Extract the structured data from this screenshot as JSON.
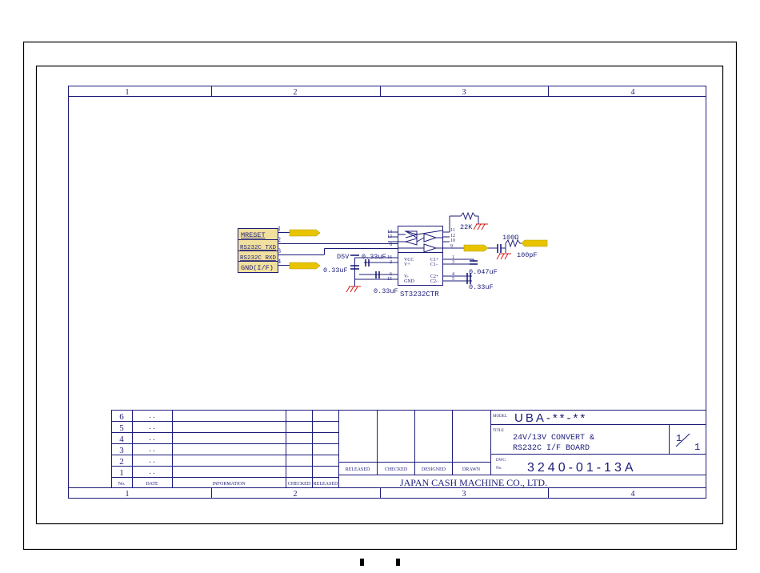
{
  "frame": {
    "column_labels": [
      "1",
      "2",
      "3",
      "4"
    ]
  },
  "connector": {
    "pins": [
      {
        "num": "1",
        "label": "MRESET"
      },
      {
        "num": "2",
        "label": ""
      },
      {
        "num": "3",
        "label": "RS232C TXD"
      },
      {
        "num": "4",
        "label": "RS232C RXD"
      },
      {
        "num": "",
        "label": "GND(I/F)"
      }
    ]
  },
  "ic": {
    "part": "ST3232CTR",
    "left_pins": [
      "14",
      "13",
      "8",
      "16",
      "2",
      "6",
      "15"
    ],
    "right_pins": [
      "11",
      "12",
      "10",
      "9",
      "1",
      "3",
      "4",
      "5"
    ],
    "left_labels": [
      "VCC",
      "V+",
      "V-",
      "GND"
    ],
    "right_labels": [
      "C1+",
      "C1-",
      "C2+",
      "C2-"
    ]
  },
  "components": {
    "d5v": "D5V",
    "c_vcc": "0.33uF",
    "c_left": "0.33uF",
    "c_v_minus": "0.33uF",
    "c_c1": "0.047uF",
    "c_c2": "0.33uF",
    "r_pullup": "22K",
    "r_series": "100Ω",
    "c_filter": "100pF"
  },
  "title_block": {
    "revisions": [
      {
        "no": "6",
        "date": ". ."
      },
      {
        "no": "5",
        "date": ". ."
      },
      {
        "no": "4",
        "date": ". ."
      },
      {
        "no": "3",
        "date": ". ."
      },
      {
        "no": "2",
        "date": ". ."
      },
      {
        "no": "1",
        "date": ". ."
      }
    ],
    "headers": {
      "no": "No.",
      "date": "DATE",
      "information": "INFORMATION",
      "checked": "CHECKED",
      "released": "RELEASED"
    },
    "approvals": [
      "RELEASED",
      "CHECKED",
      "DESIGNED",
      "DRAWN"
    ],
    "model_label": "MODEL",
    "model": "UBA-**-**",
    "title_label": "TITLE",
    "title_line1": "24V/13V CONVERT &",
    "title_line2": "RS232C  I/F BOARD",
    "sheet_num": "1",
    "sheet_total": "1",
    "dwg_label_1": "DWG",
    "dwg_label_2": "No.",
    "dwg_no": "3240-01-13A",
    "company": "JAPAN CASH MACHINE CO., LTD."
  }
}
